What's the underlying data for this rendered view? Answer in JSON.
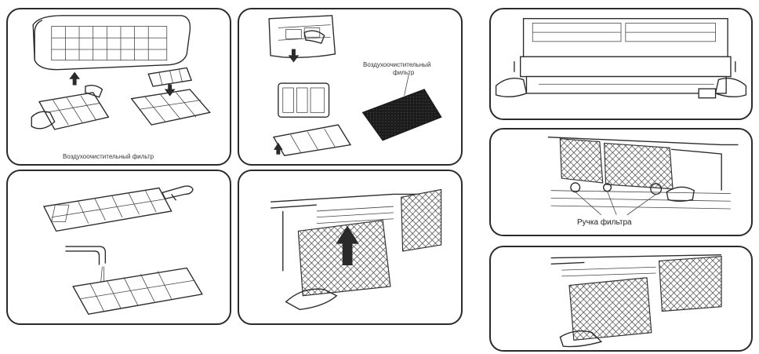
{
  "panels": {
    "p1": {
      "caption": "Воздухоочистительный фильтр"
    },
    "p2": {
      "caption_line1": "Воздухоочистительный",
      "caption_line2": "фильтр"
    },
    "p3": {},
    "p4": {},
    "p5": {},
    "p6": {
      "caption": "Ручка фильтра"
    },
    "p7": {}
  },
  "icons": [
    "hand-icon",
    "arrow-up-icon",
    "arrow-down-icon",
    "faucet-icon",
    "brush-icon"
  ],
  "colors": {
    "line": "#2b2b2b",
    "background": "#ffffff",
    "mesh": "#333333"
  }
}
